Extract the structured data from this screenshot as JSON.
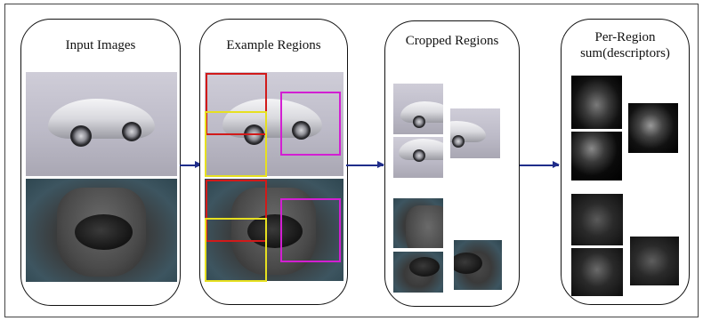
{
  "panels": {
    "input": {
      "title": "Input Images"
    },
    "regions": {
      "title": "Example Regions"
    },
    "cropped": {
      "title": "Cropped Regions"
    },
    "per_region": {
      "title_line1": "Per-Region",
      "title_line2": "sum(descriptors)"
    }
  },
  "colors": {
    "arrow": "#1f2d8a",
    "region_red": "#d11a1a",
    "region_yellow": "#e6e020",
    "region_magenta": "#d21fd2"
  },
  "icons": [
    "right-arrow-icon"
  ]
}
